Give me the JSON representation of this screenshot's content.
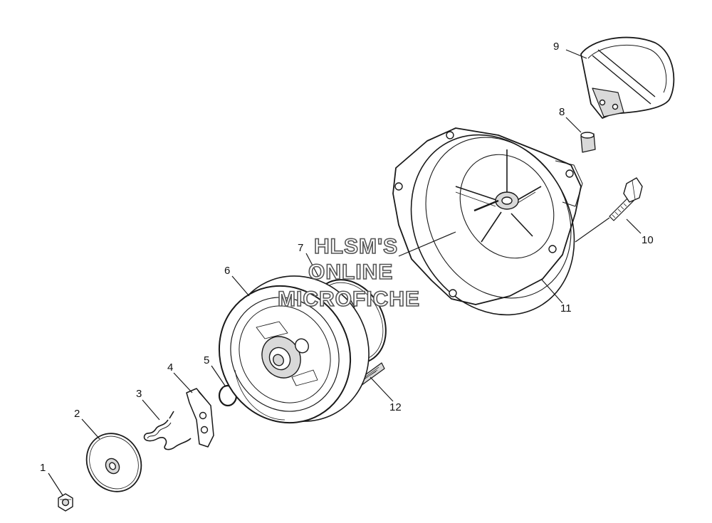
{
  "callouts": {
    "c1": "1",
    "c2": "2",
    "c3": "3",
    "c4": "4",
    "c5": "5",
    "c6": "6",
    "c7": "7",
    "c8": "8",
    "c9": "9",
    "c10": "10",
    "c11": "11",
    "c12": "12"
  },
  "watermark": {
    "line1": "HLSM'S",
    "line2": "ONLINE",
    "line3": "MICROFICHE"
  },
  "colors": {
    "line": "#1a1a1a",
    "fill": "#ffffff",
    "shade": "#d9d9d9",
    "watermark_stroke": "#555555"
  }
}
